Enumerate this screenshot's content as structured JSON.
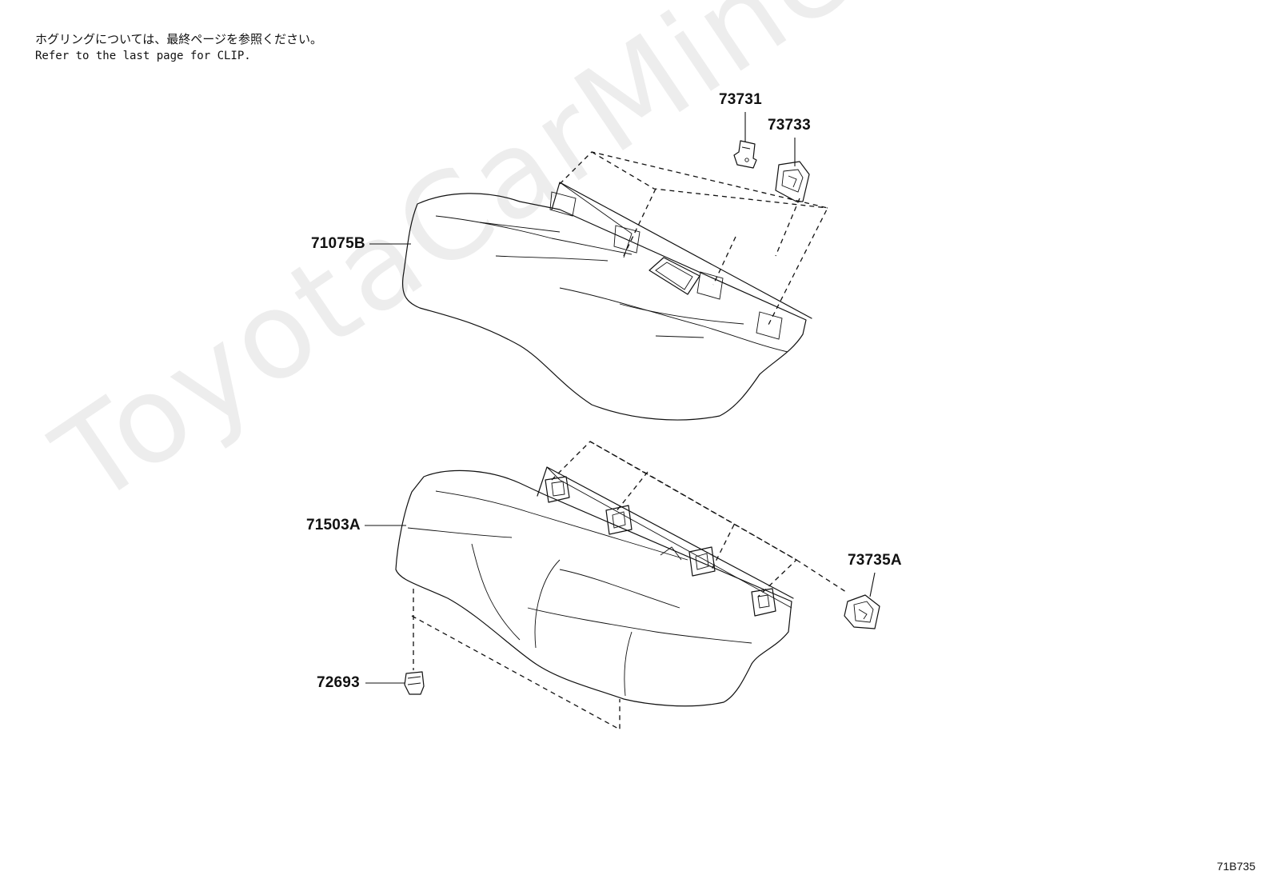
{
  "notes": {
    "japanese": "ホグリングについては、最終ページを参照ください。",
    "english": "Refer to the last page for CLIP."
  },
  "parts": [
    {
      "id": "73731",
      "label": "73731"
    },
    {
      "id": "73733",
      "label": "73733"
    },
    {
      "id": "71075B",
      "label": "71075B"
    },
    {
      "id": "71503A",
      "label": "71503A"
    },
    {
      "id": "73735A",
      "label": "73735A"
    },
    {
      "id": "72693",
      "label": "72693"
    }
  ],
  "reference_code": "71B735",
  "watermark": "ToyotaCarMine.ru"
}
